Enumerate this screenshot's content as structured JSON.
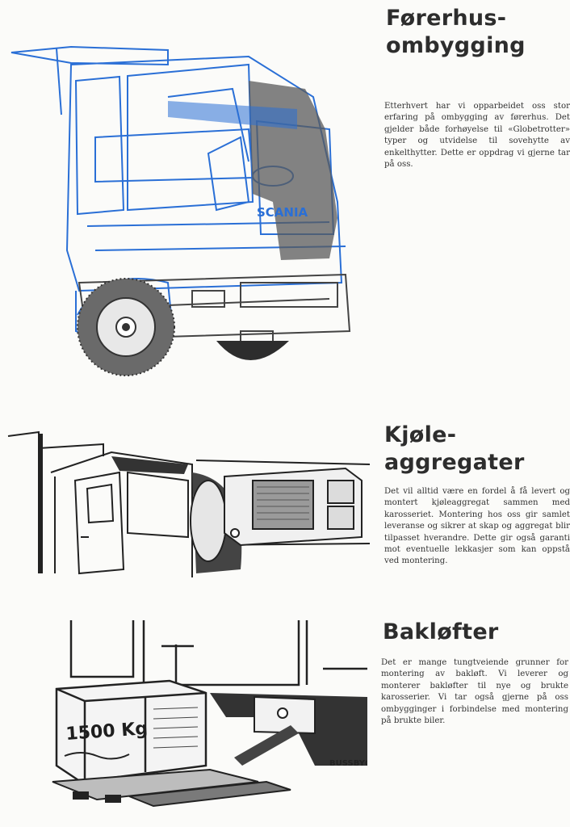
{
  "sections": [
    {
      "heading_lines": [
        "Førerhus-",
        "ombygging"
      ],
      "body": "Etterhvert har vi opparbeidet oss stor erfaring på ombygging av førerhus. Det gjelder både forhøyelse til «Globetrotter» typer og utvidelse til sovehytte av enkelthytter. Dette er oppdrag vi gjerne tar på oss.",
      "illustration": "truck-cab-cutaway",
      "illustration_text": "SCANIA"
    },
    {
      "heading_lines": [
        "Kjøle-",
        "aggregater"
      ],
      "body": "Det vil alltid være en fordel å få levert og montert kjøleaggregat sammen med karosseriet. Montering hos oss gir samlet leveranse og sikrer at skap og aggregat blir tilpasset hverandre. Dette gir også garanti mot eventuelle lekkasjer som kan oppstå ved montering.",
      "illustration": "refrigeration-unit"
    },
    {
      "heading_lines": [
        "Bakløfter"
      ],
      "body": "Det er mange tungtveiende grunner for montering av bakløft. Vi leverer og monterer bakløfter til nye og brukte karosserier. Vi tar også gjerne på oss ombygginger i forbindelse med montering på brukte biler.",
      "illustration": "tail-lift-with-crate",
      "illustration_text": "1500 Kg",
      "illustration_side_text": "BUSSBYG"
    }
  ],
  "colors": {
    "ink": "#2d2d2d",
    "accent_blue": "#2a6fd6",
    "paper": "#fbfbf9"
  }
}
